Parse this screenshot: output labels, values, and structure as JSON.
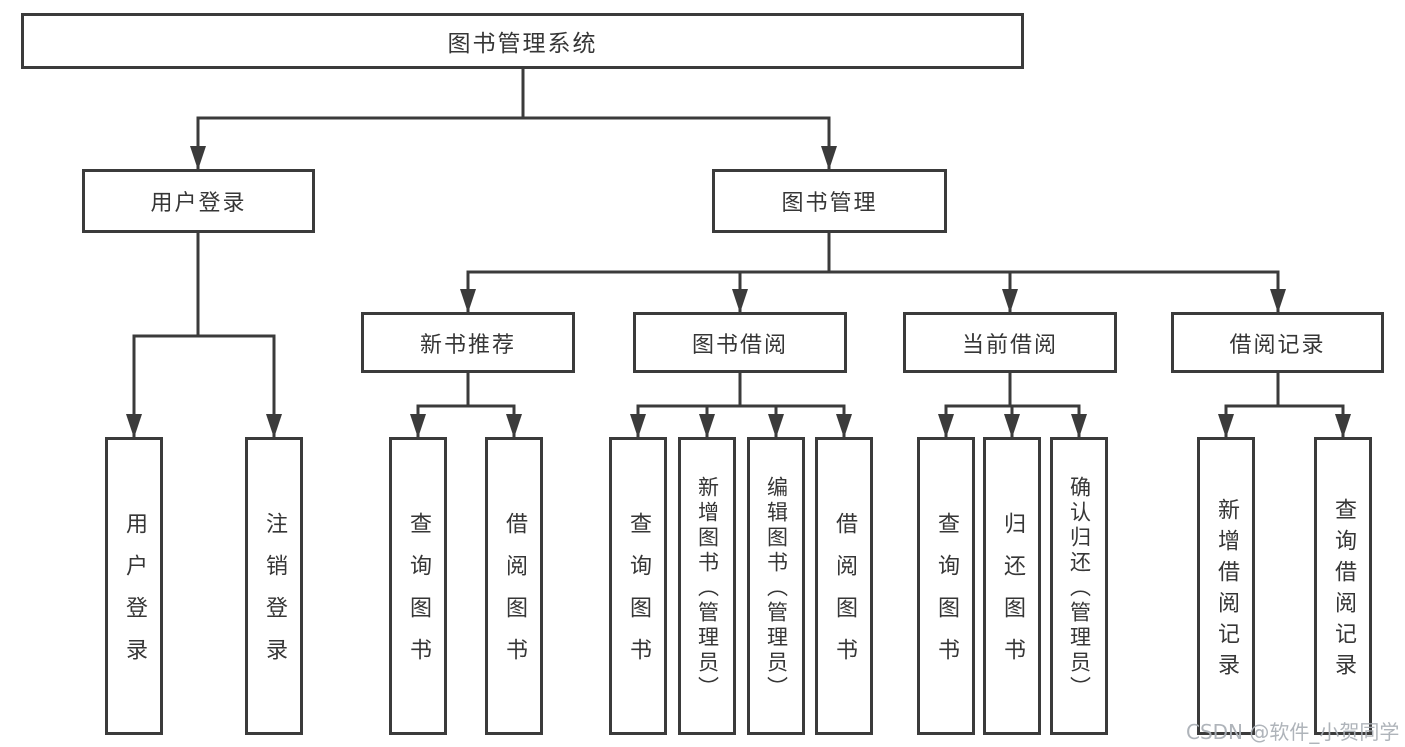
{
  "diagram": {
    "root": {
      "label": "图书管理系统"
    },
    "branches": [
      {
        "label": "用户登录",
        "children": [
          "用户登录",
          "注销登录"
        ]
      },
      {
        "label": "图书管理",
        "sections": [
          {
            "label": "新书推荐",
            "children": [
              "查询图书",
              "借阅图书"
            ]
          },
          {
            "label": "图书借阅",
            "children": [
              "查询图书",
              "新增图书（管理员）",
              "编辑图书（管理员）",
              "借阅图书"
            ]
          },
          {
            "label": "当前借阅",
            "children": [
              "查询图书",
              "归还图书",
              "确认归还（管理员）"
            ]
          },
          {
            "label": "借阅记录",
            "children": [
              "新增借阅记录",
              "查询借阅记录"
            ]
          }
        ]
      }
    ]
  },
  "watermark": {
    "text": "CSDN @软件_小贺同学"
  },
  "colors": {
    "line": "#3b3b3b",
    "box_border": "#3b3b3b",
    "text": "#363636",
    "watermark_text": "#abb0b6",
    "background": "#ffffff"
  }
}
